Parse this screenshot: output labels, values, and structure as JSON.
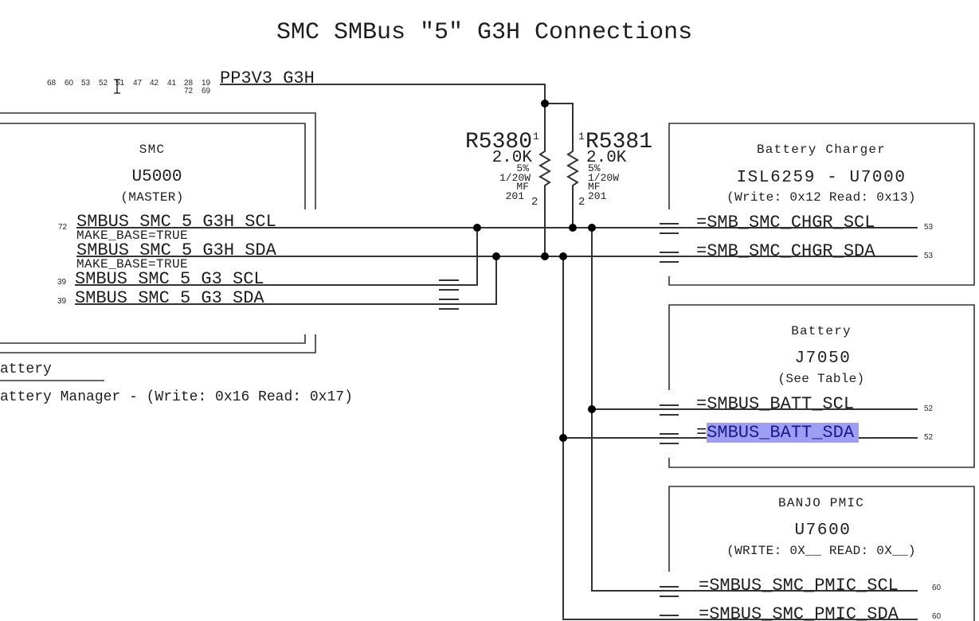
{
  "title": "SMC SMBus \"5\" G3H Connections",
  "power_rail": {
    "name": "PP3V3_G3H",
    "page_refs_row1": [
      "68",
      "60",
      "53",
      "52",
      "51",
      "47",
      "42",
      "41",
      "28",
      "19"
    ],
    "page_refs_row2": [
      "72",
      "69"
    ]
  },
  "smc": {
    "label": "SMC",
    "refdes": "U5000",
    "role": "(MASTER)",
    "signals": [
      {
        "page_ref": "72",
        "name": "SMBUS_SMC_5_G3H_SCL",
        "property": "MAKE_BASE=TRUE"
      },
      {
        "page_ref": "",
        "name": "SMBUS_SMC_5_G3H_SDA",
        "property": "MAKE_BASE=TRUE"
      },
      {
        "page_ref": "39",
        "name": "SMBUS_SMC_5_G3_SCL"
      },
      {
        "page_ref": "39",
        "name": "SMBUS_SMC_5_G3_SDA"
      }
    ]
  },
  "battery_note": {
    "line1": "attery",
    "line2": "attery Manager - (Write: 0x16 Read: 0x17)"
  },
  "resistors": [
    {
      "refdes": "R5380",
      "value": "2.0K",
      "tolerance": "5%",
      "power": "1/20W",
      "type": "MF",
      "package": "201",
      "pin1": "1",
      "pin2": "2"
    },
    {
      "refdes": "R5381",
      "value": "2.0K",
      "tolerance": "5%",
      "power": "1/20W",
      "type": "MF",
      "package": "201",
      "pin1": "1",
      "pin2": "2"
    }
  ],
  "devices": [
    {
      "label": "Battery Charger",
      "refdes": "ISL6259 - U7000",
      "address": "(Write: 0x12 Read: 0x13)",
      "signals": [
        {
          "prefix": "=",
          "name": "SMB_SMC_CHGR_SCL",
          "page_ref": "53"
        },
        {
          "prefix": "=",
          "name": "SMB_SMC_CHGR_SDA",
          "page_ref": "53"
        }
      ]
    },
    {
      "label": "Battery",
      "refdes": "J7050",
      "address": "(See Table)",
      "signals": [
        {
          "prefix": "=",
          "name": "SMBUS_BATT_SCL",
          "page_ref": "52"
        },
        {
          "prefix": "=",
          "name": "SMBUS_BATT_SDA",
          "page_ref": "52",
          "selected": true
        }
      ]
    },
    {
      "label": "BANJO PMIC",
      "refdes": "U7600",
      "address": "(WRITE: 0X__ READ: 0X__)",
      "signals": [
        {
          "prefix": "=",
          "name": "SMBUS_SMC_PMIC_SCL",
          "page_ref": "60"
        },
        {
          "prefix": "=",
          "name": "SMBUS_SMC_PMIC_SDA",
          "page_ref": "60"
        }
      ]
    }
  ],
  "selection": {
    "text": "SMBUS_BATT_SDA",
    "highlight_color": "#9e9ef5",
    "text_color": "#1a1a8a"
  }
}
